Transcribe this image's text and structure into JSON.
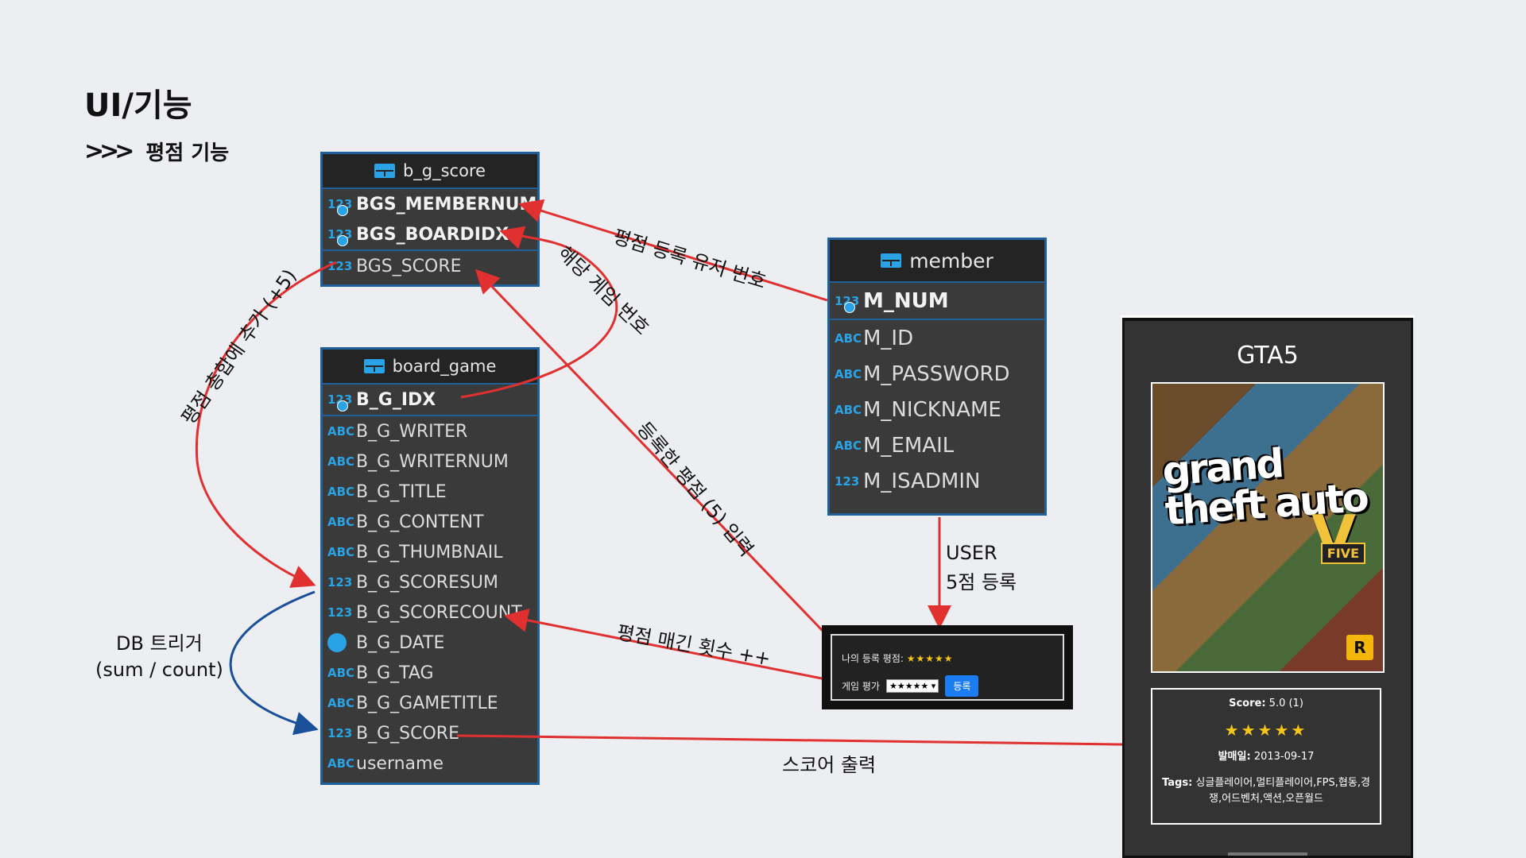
{
  "header": {
    "title": "UI/기능",
    "subtitle_chevrons": ">>>",
    "subtitle": "평점 기능"
  },
  "tables": {
    "bg_score": {
      "name": "b_g_score",
      "columns": [
        {
          "type": "123",
          "name": "BGS_MEMBERNUM",
          "key": true
        },
        {
          "type": "123",
          "name": "BGS_BOARDIDX",
          "key": true
        },
        {
          "type": "123",
          "name": "BGS_SCORE",
          "key": false
        }
      ]
    },
    "board_game": {
      "name": "board_game",
      "columns": [
        {
          "type": "123",
          "name": "B_G_IDX",
          "key": true
        },
        {
          "type": "ABC",
          "name": "B_G_WRITER"
        },
        {
          "type": "ABC",
          "name": "B_G_WRITERNUM"
        },
        {
          "type": "ABC",
          "name": "B_G_TITLE"
        },
        {
          "type": "ABC",
          "name": "B_G_CONTENT"
        },
        {
          "type": "ABC",
          "name": "B_G_THUMBNAIL"
        },
        {
          "type": "123",
          "name": "B_G_SCORESUM"
        },
        {
          "type": "123",
          "name": "B_G_SCORECOUNT"
        },
        {
          "type": "clock",
          "name": "B_G_DATE"
        },
        {
          "type": "ABC",
          "name": "B_G_TAG"
        },
        {
          "type": "ABC",
          "name": "B_G_GAMETITLE"
        },
        {
          "type": "123",
          "name": "B_G_SCORE"
        },
        {
          "type": "ABC",
          "name": "username"
        }
      ]
    },
    "member": {
      "name": "member",
      "columns": [
        {
          "type": "123",
          "name": "M_NUM",
          "key": true
        },
        {
          "type": "ABC",
          "name": "M_ID"
        },
        {
          "type": "ABC",
          "name": "M_PASSWORD"
        },
        {
          "type": "ABC",
          "name": "M_NICKNAME"
        },
        {
          "type": "ABC",
          "name": "M_EMAIL"
        },
        {
          "type": "123",
          "name": "M_ISADMIN"
        }
      ]
    }
  },
  "labels": {
    "user_number": "평점 등록 유저 번호",
    "game_number": "해당 게임 번호",
    "add_to_sum": "평점 총합에 추가 (+5)",
    "entered_score": "등록한 평점 (5) 입력",
    "user_register_1": "USER",
    "user_register_2": "5점 등록",
    "rating_count": "평점 매긴 횟수 ++",
    "db_trigger_1": "DB 트리거",
    "db_trigger_2": "(sum / count)",
    "score_output": "스코어 출력"
  },
  "rating_widget": {
    "my_rating_label": "나의 등록 평점:",
    "my_rating_stars": "★★★★★",
    "game_rating_label": "게임 평가",
    "select_value": "★★★★★",
    "submit": "등록"
  },
  "game_card": {
    "title": "GTA5",
    "poster_text": "grand theft auto",
    "poster_five": "FIVE",
    "poster_v": "V",
    "poster_badge": "R",
    "score_label": "Score:",
    "score_value": "5.0 (1)",
    "stars": "★★★★★",
    "release_label": "발매일:",
    "release_value": "2013-09-17",
    "tags_label": "Tags:",
    "tags_value": "싱글플레이어,멀티플레이어,FPS,협동,경쟁,어드벤처,액션,오픈월드"
  },
  "colors": {
    "arrow_red": "#e03030",
    "arrow_blue": "#1a4f9a",
    "table_border": "#1f5f9a",
    "type_blue": "#29a3e6"
  }
}
